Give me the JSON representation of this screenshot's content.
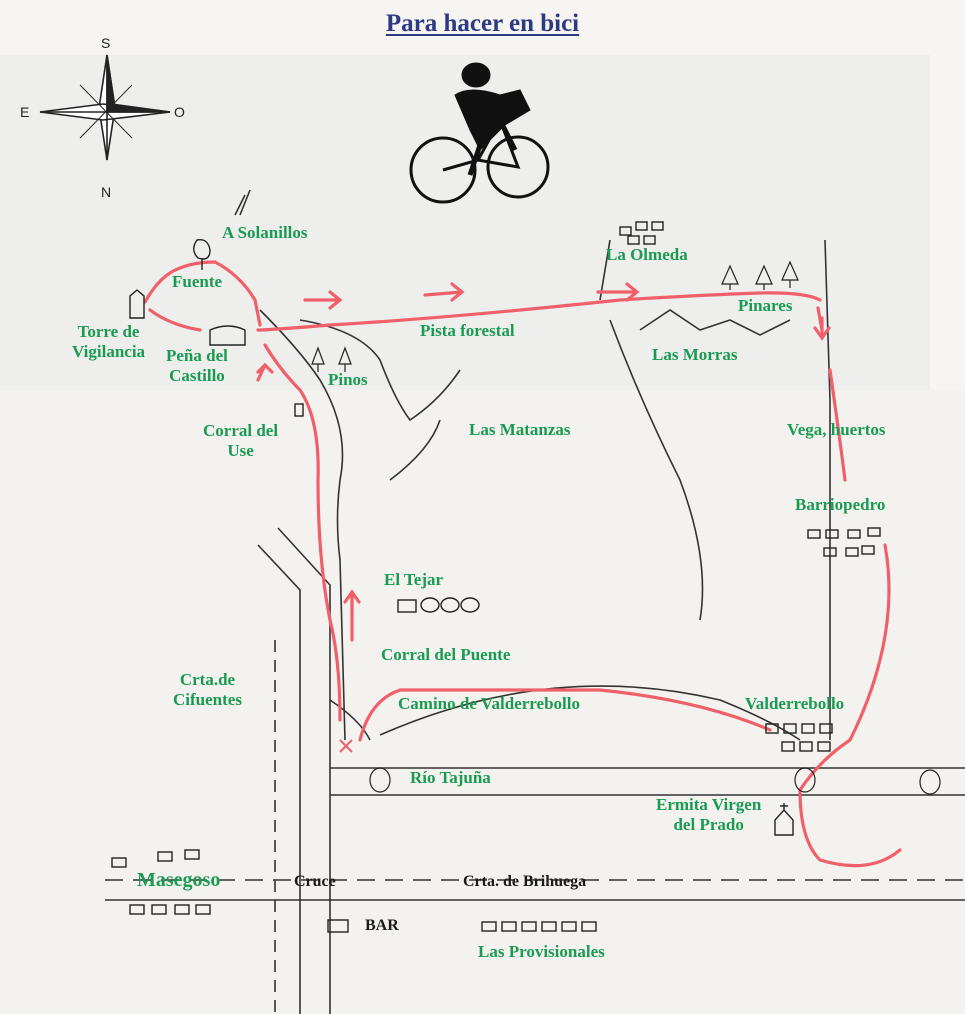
{
  "title": "Para hacer en bici",
  "compass": {
    "north": "N",
    "south": "S",
    "east": "E",
    "west": "O"
  },
  "labels": {
    "solanillos": "A Solanillos",
    "fuente": "Fuente",
    "torre_line1": "Torre de",
    "torre_line2": "Vigilancia",
    "pena_line1": "Peña del",
    "pena_line2": "Castillo",
    "pinos": "Pinos",
    "pista": "Pista forestal",
    "olmeda": "La Olmeda",
    "pinares": "Pinares",
    "morras": "Las Morras",
    "corral_use_line1": "Corral del",
    "corral_use_line2": "Use",
    "matanzas": "Las Matanzas",
    "vega": "Vega, huertos",
    "barriopedro": "Barriopedro",
    "tejar": "El Tejar",
    "corral_puente": "Corral del Puente",
    "cifuentes_line1": "Crta.de",
    "cifuentes_line2": "Cifuentes",
    "camino": "Camino de  Valderrebollo",
    "valderrebollo": "Valderrebollo",
    "rio": "Río  Tajuña",
    "ermita_line1": "Ermita Virgen",
    "ermita_line2": "del Prado",
    "masegoso": "Masegoso",
    "cruce": "Cruce",
    "brihuega": "Crta.  de Brihuega",
    "bar": "BAR",
    "provisionales": "Las  Provisionales"
  },
  "colors": {
    "route": "#f0606a",
    "label": "#1a9a52",
    "title": "#2c3a86",
    "ink": "#333333"
  }
}
